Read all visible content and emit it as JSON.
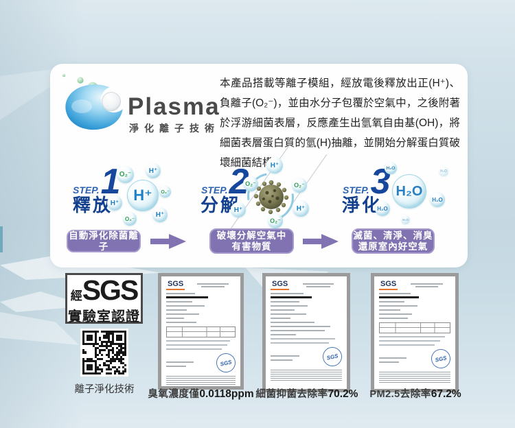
{
  "logo": {
    "brand": "Plasma",
    "subtitle": "淨化離子技術"
  },
  "intro": "本產品搭載等離子模組，經放電後釋放出正(H⁺)、負離子(O₂⁻)，並由水分子包覆於空氣中，之後附著於浮游細菌表層，反應產生出氫氧自由基(OH)，將細菌表層蛋白質的氫(H)抽離，並開始分解蛋白質破壞細菌結構。",
  "steps": [
    {
      "label": "STEP.",
      "number": "1",
      "title": "釋放",
      "main": "H⁺",
      "particles": [
        "O₂⁻",
        "H⁺",
        "O₂⁻",
        "H⁺",
        "O₂⁻",
        "H⁺"
      ]
    },
    {
      "label": "STEP.",
      "number": "2",
      "title": "分解",
      "particles": [
        "H⁺",
        "O₂⁻",
        "O₂⁻",
        "H⁺",
        "H⁺",
        "O₂⁻"
      ]
    },
    {
      "label": "STEP.",
      "number": "3",
      "title": "淨化",
      "main": "H₂O",
      "particles": [
        "H₂O",
        "H₂O",
        "H₂O",
        "H₂O",
        "H₂O"
      ]
    }
  ],
  "flow": {
    "stage1": "自動淨化除菌離子",
    "stage2_line1": "破壞分解空氣中",
    "stage2_line2": "有害物質",
    "stage3_line1": "滅菌、清淨、消臭",
    "stage3_line2": "還原室內好空氣"
  },
  "sgs": {
    "prefix": "經",
    "brand": "SGS",
    "line2": "實驗室認證",
    "qr_caption": "離子淨化技術"
  },
  "certs": [
    {
      "logo": "SGS",
      "stamp": "SGS",
      "caption_label": "臭氧濃度僅",
      "caption_value": "0.0118ppm"
    },
    {
      "logo": "SGS",
      "stamp": "SGS",
      "caption_label": "細菌抑菌去除率",
      "caption_value": "70.2%"
    },
    {
      "logo": "SGS",
      "stamp": "SGS",
      "caption_label": "PM2.5去除率",
      "caption_value": "67.2%"
    }
  ],
  "colors": {
    "accent_purple": "#8172b2",
    "step_blue": "#16479c",
    "ion_h_blue": "#1b82c9",
    "ion_o2_green": "#2f9e55",
    "h2o_blue": "#2a7fc0",
    "sgs_orange": "#e8742c"
  }
}
